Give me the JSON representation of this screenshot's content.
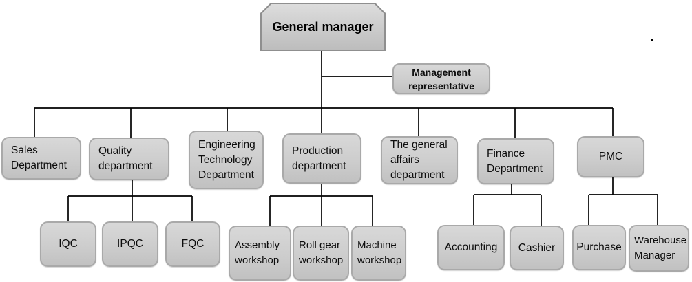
{
  "diagram_type": "organization-chart",
  "nodes": [
    {
      "id": "general-manager",
      "label": "General manager"
    },
    {
      "id": "management-representative",
      "label": "Management representative"
    },
    {
      "id": "sales",
      "label": "Sales Department"
    },
    {
      "id": "quality",
      "label": "Quality department"
    },
    {
      "id": "engineering",
      "label": "Engineering Technology Department"
    },
    {
      "id": "production",
      "label": "Production department"
    },
    {
      "id": "general-affairs",
      "label": "The general affairs department"
    },
    {
      "id": "finance",
      "label": "Finance Department"
    },
    {
      "id": "pmc",
      "label": "PMC"
    },
    {
      "id": "iqc",
      "label": "IQC"
    },
    {
      "id": "ipqc",
      "label": "IPQC"
    },
    {
      "id": "fqc",
      "label": "FQC"
    },
    {
      "id": "assembly-workshop",
      "label": "Assembly workshop"
    },
    {
      "id": "roll-gear-workshop",
      "label": "Roll gear workshop"
    },
    {
      "id": "machine-workshop",
      "label": "Machine workshop"
    },
    {
      "id": "accounting",
      "label": "Accounting"
    },
    {
      "id": "cashier",
      "label": "Cashier"
    },
    {
      "id": "purchase",
      "label": "Purchase"
    },
    {
      "id": "warehouse-manager",
      "label": "Warehouse Manager"
    }
  ],
  "edges": [
    {
      "from": "general-manager",
      "to": "management-representative"
    },
    {
      "from": "general-manager",
      "to": "sales"
    },
    {
      "from": "general-manager",
      "to": "quality"
    },
    {
      "from": "general-manager",
      "to": "engineering"
    },
    {
      "from": "general-manager",
      "to": "production"
    },
    {
      "from": "general-manager",
      "to": "general-affairs"
    },
    {
      "from": "general-manager",
      "to": "finance"
    },
    {
      "from": "general-manager",
      "to": "pmc"
    },
    {
      "from": "quality",
      "to": "iqc"
    },
    {
      "from": "quality",
      "to": "ipqc"
    },
    {
      "from": "quality",
      "to": "fqc"
    },
    {
      "from": "production",
      "to": "assembly-workshop"
    },
    {
      "from": "production",
      "to": "roll-gear-workshop"
    },
    {
      "from": "production",
      "to": "machine-workshop"
    },
    {
      "from": "finance",
      "to": "accounting"
    },
    {
      "from": "finance",
      "to": "cashier"
    },
    {
      "from": "pmc",
      "to": "purchase"
    },
    {
      "from": "pmc",
      "to": "warehouse-manager"
    }
  ],
  "colors": {
    "box_fill_top": "#d8d8d8",
    "box_fill_bottom": "#c1c1c1",
    "box_border": "#a9a9a9",
    "gm_border": "#8f8f8f",
    "connector_line": "#000000",
    "text": "#0d0d0d",
    "background": "#ffffff"
  },
  "stray_mark": "."
}
